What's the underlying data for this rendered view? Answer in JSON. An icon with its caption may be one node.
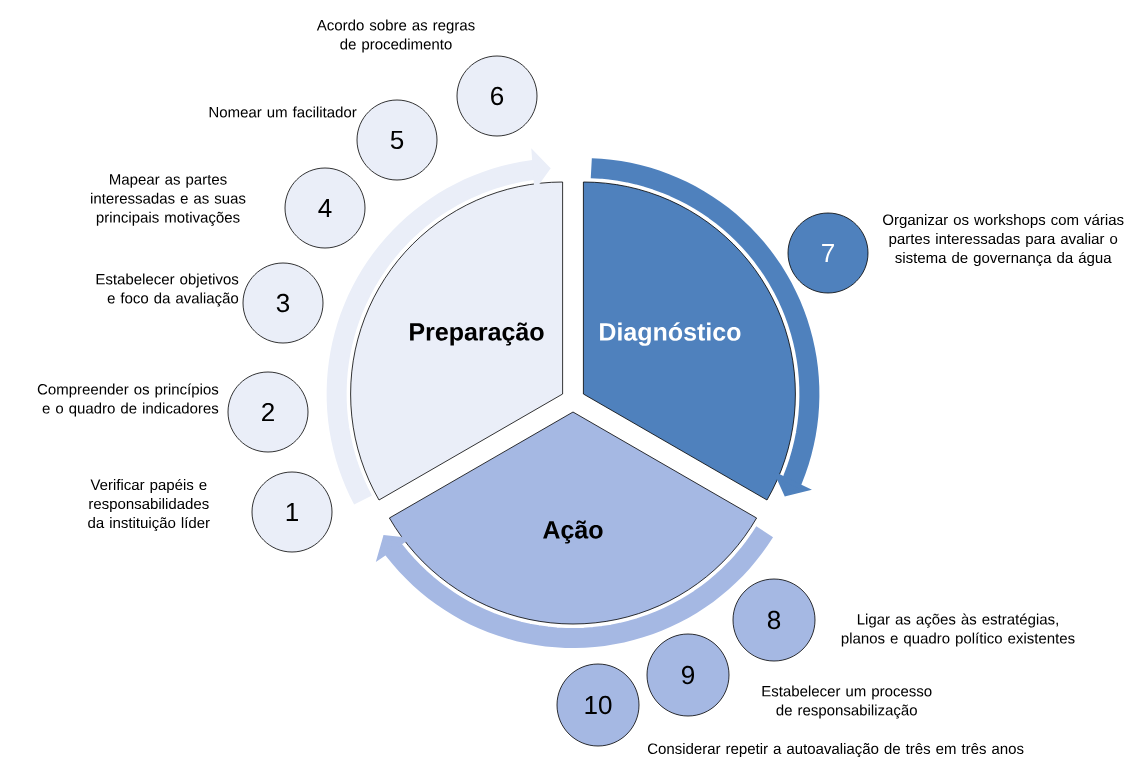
{
  "diagram": {
    "nodes": [
      {
        "text": [
          "Preparação"
        ]
      },
      {
        "text": [
          "Diagnóstico"
        ]
      },
      {
        "text": [
          "Ação"
        ]
      },
      {
        "text": [
          "1"
        ],
        "beside": [
          "Verificar papéis e responsabilidades da instituição líder"
        ]
      },
      {
        "text": [
          "2"
        ],
        "beside": [
          "Compreender os princípios e o quadro de indicadores"
        ]
      },
      {
        "text": [
          "3"
        ],
        "beside": [
          "Estabelecer objetivos e foco da avaliação"
        ]
      },
      {
        "text": [
          "4"
        ],
        "beside": [
          "Mapear as partes interessadas e as suas principais motivações"
        ]
      },
      {
        "text": [
          "5"
        ],
        "beside": [
          "Nomear um facilitador"
        ]
      },
      {
        "text": [
          "6"
        ],
        "beside": [
          "Acordo sobre as regras de procedimento"
        ]
      },
      {
        "text": [
          "7"
        ],
        "beside": [
          "Organizar os workshops com várias partes interessadas para avaliar o sistema de governança da água"
        ]
      },
      {
        "text": [
          "8"
        ],
        "beside": [
          "Ligar as ações às estratégias, planos e quadro político existentes"
        ]
      },
      {
        "text": [
          "9"
        ],
        "beside": [
          "Estabelecer um processo de responsabilização"
        ]
      },
      {
        "text": [
          "10"
        ],
        "beside": [
          "Considerar repetir a autoavaliação de três em três anos"
        ]
      }
    ]
  }
}
